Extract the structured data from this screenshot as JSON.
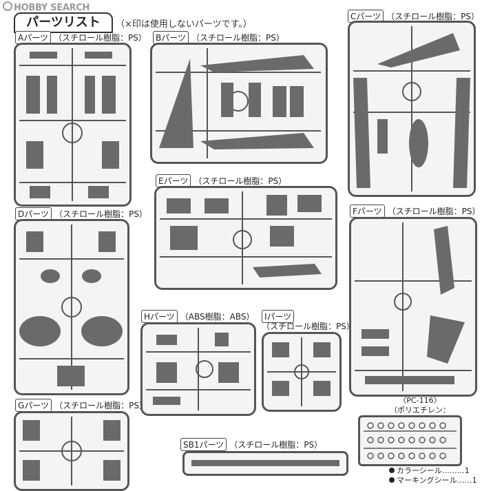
{
  "watermark": "HOBBY SEARCH",
  "header": {
    "title": "パーツリスト",
    "note": "（×印は使用しないパーツです。）"
  },
  "sections": {
    "A": {
      "letter": "A",
      "suffix": "パーツ",
      "material": "（スチロール樹脂：PS）"
    },
    "B": {
      "letter": "B",
      "suffix": "パーツ",
      "material": "（スチロール樹脂：PS）"
    },
    "C": {
      "letter": "C",
      "suffix": "パーツ",
      "material": "（スチロール樹脂：PS）"
    },
    "D": {
      "letter": "D",
      "suffix": "パーツ",
      "material": "（スチロール樹脂：PS）"
    },
    "E": {
      "letter": "E",
      "suffix": "パーツ",
      "material": "（スチロール樹脂：PS）"
    },
    "F": {
      "letter": "F",
      "suffix": "パーツ",
      "material": "（スチロール樹脂：PS）"
    },
    "G": {
      "letter": "G",
      "suffix": "パーツ",
      "material": "（スチロール樹脂：PS）"
    },
    "H": {
      "letter": "H",
      "suffix": "パーツ",
      "material": "（ABS樹脂：ABS）"
    },
    "I": {
      "letter": "I",
      "suffix": "パーツ",
      "material": "（スチロール樹脂：PS）"
    },
    "SB1": {
      "letter": "SB1",
      "suffix": "パーツ",
      "material": "（スチロール樹脂：PS）"
    }
  },
  "pc": {
    "line1": "〈PC-116〉",
    "line2": "（ポリエチレン：PE）"
  },
  "decals": [
    {
      "label": "カラーシール",
      "dots": "………",
      "count": "1"
    },
    {
      "label": "マーキングシール",
      "dots": "……",
      "count": "1"
    }
  ],
  "colors": {
    "runner": "#555555",
    "part": "#6a6a6a",
    "marker": "#222222"
  }
}
